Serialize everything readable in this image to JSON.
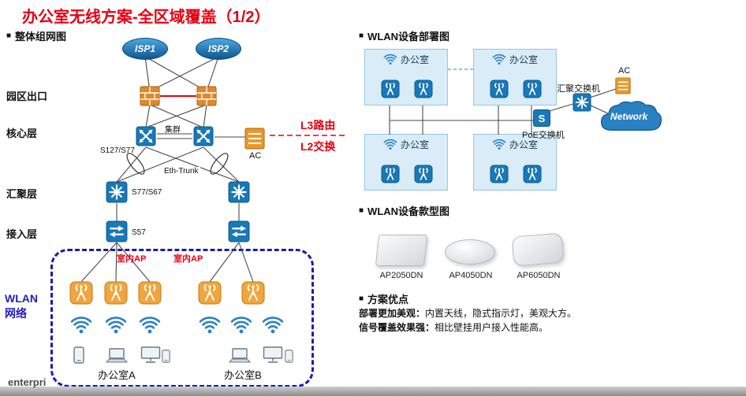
{
  "title": "办公室无线方案-全区域覆盖（1/2）",
  "colors": {
    "title_red": "#e60012",
    "icon_blue": "#1878b8",
    "icon_orange": "#e8922c",
    "wlan_label_blue": "#2222b8",
    "office_box_fill": "#d9ecf8",
    "cloud_blue": "#2b80c2"
  },
  "sections": {
    "bullet": "■",
    "topology": "整体组网图",
    "deployment": "WLAN设备部署图",
    "models": "WLAN设备款型图",
    "advantages": "方案优点"
  },
  "topology": {
    "isp1": "ISP1",
    "isp2": "ISP2",
    "layer_egress": "园区出口",
    "layer_core": "核心层",
    "layer_agg": "汇聚层",
    "layer_access": "接入层",
    "wlan_line1": "WLAN",
    "wlan_line2": "网络",
    "cluster": "集群",
    "core_model": "S127/S77",
    "agg_model": "S77/S67",
    "access_model": "S57",
    "eth_trunk": "Eth-Trunk",
    "ac_label": "AC",
    "l3_label": "L3路由",
    "l2_label": "L2交换",
    "indoor_ap_a": "室内AP",
    "indoor_ap_b": "室内AP",
    "office_a": "办公室A",
    "office_b": "办公室B"
  },
  "deployment": {
    "office1": "办公室",
    "office2": "办公室",
    "office3": "办公室",
    "office4": "办公室",
    "ac_label": "AC",
    "agg_switch_label": "汇聚交换机",
    "poe_switch_label": "PoE交换机",
    "poe_glyph": "S",
    "network_label": "Network"
  },
  "models": {
    "m1": "AP2050DN",
    "m2": "AP4050DN",
    "m3": "AP6050DN"
  },
  "advantages": {
    "a1_lead": "部署更加美观：",
    "a1_text": "内置天线，隐式指示灯，美观大方。",
    "a2_lead": "信号覆盖效果强：",
    "a2_text": "相比壁挂用户接入性能高。"
  },
  "footer": {
    "brand": "enterpri"
  }
}
